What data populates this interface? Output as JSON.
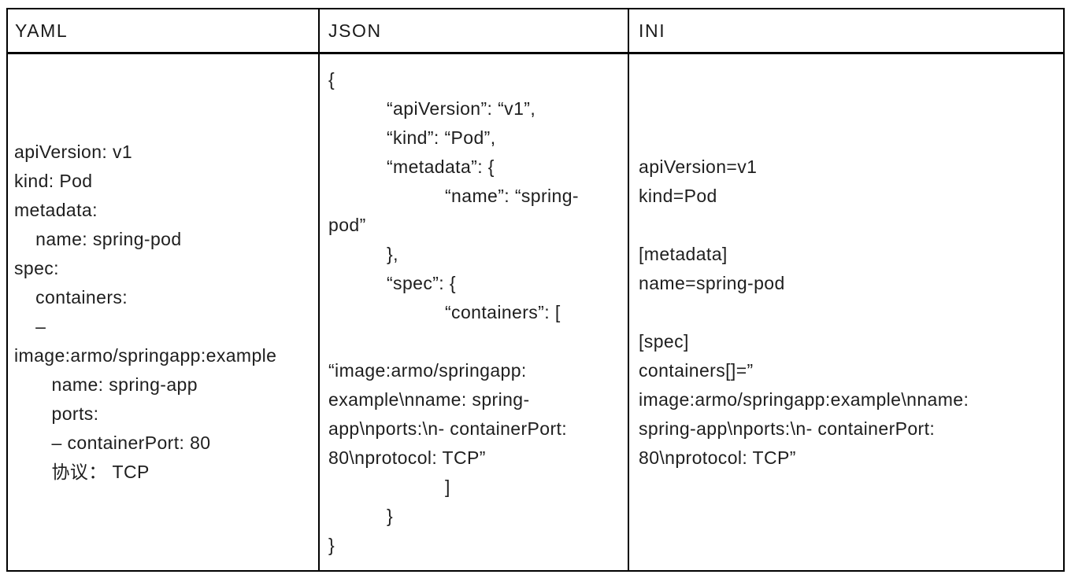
{
  "table": {
    "columns": {
      "yaml": {
        "header": "YAML",
        "code": "apiVersion: v1\nkind: Pod\nmetadata:\n    name: spring-pod\nspec:\n    containers:\n    –\nimage:armo/springapp:example\n       name: spring-app\n       ports:\n       – containerPort: 80\n       协议： TCP"
      },
      "json": {
        "header": "JSON",
        "code": "{\n\t“apiVersion”: “v1”,\n\t“kind”: “Pod”,\n\t“metadata”: {\n\t\t“name”: “spring-\npod”\n\t},\n\t“spec”: {\n\t\t“containers”: [\n\n“image:armo/springapp:\nexample\\nname: spring-\napp\\nports:\\n- containerPort:\n80\\nprotocol: TCP”\n\t\t]\n\t}\n}"
      },
      "ini": {
        "header": "INI",
        "code": "apiVersion=v1\nkind=Pod\n\n[metadata]\nname=spring-pod\n\n[spec]\ncontainers[]=”\nimage:armo/springapp:example\\nname:\nspring-app\\nports:\\n- containerPort:\n80\\nprotocol: TCP”"
      }
    }
  },
  "colors": {
    "border": "#000000",
    "text": "#1e1e1e",
    "background": "#ffffff"
  }
}
